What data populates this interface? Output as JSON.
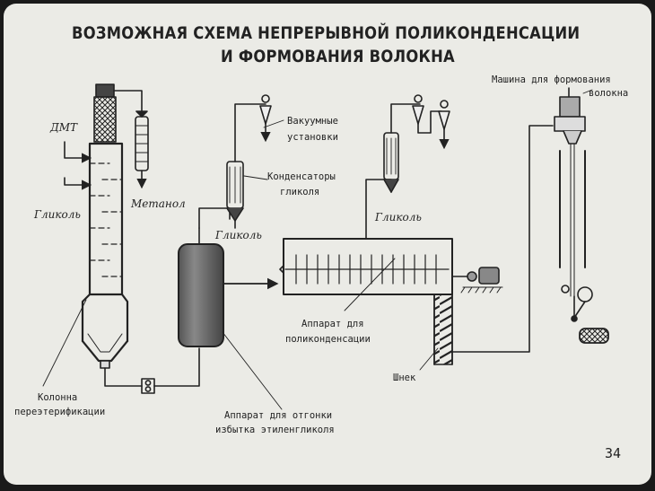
{
  "title": {
    "line1": "ВОЗМОЖНАЯ СХЕМА НЕПРЕРЫВНОЙ ПОЛИКОНДЕНСАЦИИ",
    "line2": "И ФОРМОВАНИЯ ВОЛОКНА"
  },
  "labels": {
    "dmt": "ДМТ",
    "glycol_left": "Гликоль",
    "methanol": "Метанол",
    "vacuum_line1": "Вакуумные",
    "vacuum_line2": "установки",
    "condensers_line1": "Конденсаторы",
    "condensers_line2": "гликоля",
    "glycol_mid": "Гликоль",
    "glycol_right": "Гликоль",
    "machine_line1": "Машина для формования",
    "machine_line2": "волокна",
    "polycond_line1": "Аппарат для",
    "polycond_line2": "поликонденсации",
    "screw": "Шнек",
    "column_line1": "Колонна",
    "column_line2": "переэтерификации",
    "stripper_line1": "Аппарат для отгонки",
    "stripper_line2": "избытка этиленгликоля"
  },
  "page_number": "34",
  "colors": {
    "paper": "#ebebe6",
    "ink": "#222222",
    "frame": "#1a1a1a"
  }
}
